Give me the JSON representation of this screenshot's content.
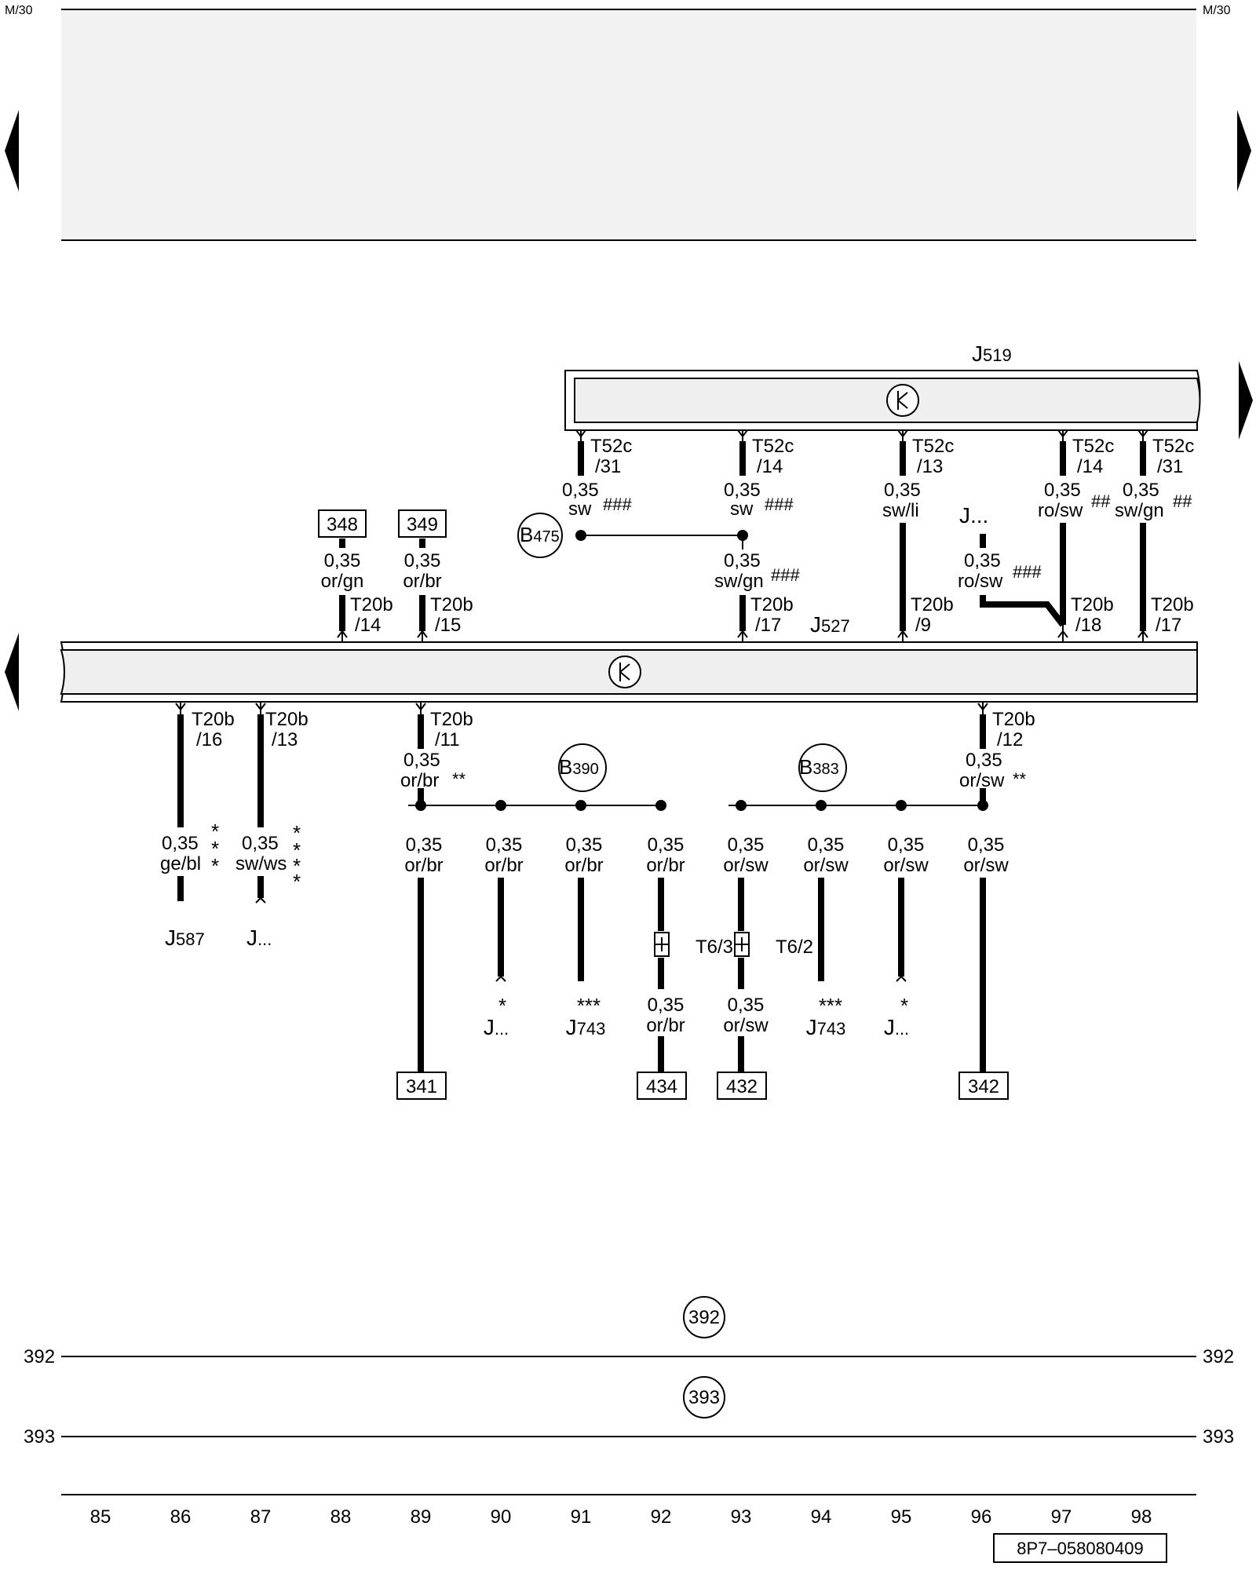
{
  "page": {
    "corner_left": "M/30",
    "corner_right": "M/30",
    "drawing_number": "8P7–058080409"
  },
  "units": {
    "J519": {
      "letter": "J",
      "number": "519"
    },
    "J527": {
      "letter": "J",
      "number": "527"
    }
  },
  "top_pins": [
    {
      "id": "t31",
      "connector": "T52c",
      "pin": "/31",
      "size": "0,35",
      "color": "sw",
      "mark": "###"
    },
    {
      "id": "t14a",
      "connector": "T52c",
      "pin": "/14",
      "size": "0,35",
      "color": "sw",
      "mark": "###"
    },
    {
      "id": "t13",
      "connector": "T52c",
      "pin": "/13",
      "size": "0,35",
      "color": "sw/li",
      "mark": ""
    },
    {
      "id": "t14b",
      "connector": "T52c",
      "pin": "/14",
      "size": "0,35",
      "color": "ro/sw",
      "mark": "##"
    },
    {
      "id": "t31b",
      "connector": "T52c",
      "pin": "/31",
      "size": "0,35",
      "color": "sw/gn",
      "mark": "##"
    }
  ],
  "mid_pins": [
    {
      "id": "m14",
      "connector": "T20b",
      "pin": "/14"
    },
    {
      "id": "m15",
      "connector": "T20b",
      "pin": "/15"
    },
    {
      "id": "m17",
      "connector": "T20b",
      "pin": "/17"
    },
    {
      "id": "m9",
      "connector": "T20b",
      "pin": "/9"
    },
    {
      "id": "m18",
      "connector": "T20b",
      "pin": "/18"
    },
    {
      "id": "m17b",
      "connector": "T20b",
      "pin": "/17"
    }
  ],
  "mid_wires": [
    {
      "id": "w348",
      "ref": "348",
      "size": "0,35",
      "color": "or/gn"
    },
    {
      "id": "w349",
      "ref": "349",
      "size": "0,35",
      "color": "or/br"
    },
    {
      "id": "w17",
      "size": "0,35",
      "color": "sw/gn",
      "mark": "###"
    },
    {
      "id": "w18",
      "size": "0,35",
      "color": "ro/sw",
      "mark": "###",
      "source": "J..."
    }
  ],
  "splices": {
    "B475": {
      "letter": "B",
      "number": "475"
    },
    "B390": {
      "letter": "B",
      "number": "390"
    },
    "B383": {
      "letter": "B",
      "number": "383"
    }
  },
  "bottom_pins": [
    {
      "id": "b16",
      "connector": "T20b",
      "pin": "/16"
    },
    {
      "id": "b13",
      "connector": "T20b",
      "pin": "/13"
    },
    {
      "id": "b11",
      "connector": "T20b",
      "pin": "/11",
      "size": "0,35",
      "color": "or/br",
      "mark": "**"
    },
    {
      "id": "b12",
      "connector": "T20b",
      "pin": "/12",
      "size": "0,35",
      "color": "or/sw",
      "mark": "**"
    }
  ],
  "left_wires": [
    {
      "id": "lw86",
      "size": "0,35",
      "color": "ge/bl",
      "mark": "***",
      "target_letter": "J",
      "target_number": "587"
    },
    {
      "id": "lw87",
      "size": "0,35",
      "color": "sw/ws",
      "mark": "****",
      "target_letter": "J",
      "target_number": "..."
    }
  ],
  "drops": [
    {
      "col": "89",
      "size": "0,35",
      "color": "or/br",
      "ref": "341"
    },
    {
      "col": "90",
      "size": "0,35",
      "color": "or/br",
      "star": "*",
      "target_letter": "J",
      "target_number": "..."
    },
    {
      "col": "91",
      "size": "0,35",
      "color": "or/br",
      "star": "***",
      "target_letter": "J",
      "target_number": "743"
    },
    {
      "col": "92",
      "size": "0,35",
      "color": "or/br",
      "connector": "T6/3",
      "size2": "0,35",
      "color2": "or/br",
      "ref": "434"
    },
    {
      "col": "93",
      "size": "0,35",
      "color": "or/sw",
      "connector": "T6/2",
      "size2": "0,35",
      "color2": "or/sw",
      "ref": "432"
    },
    {
      "col": "94",
      "size": "0,35",
      "color": "or/sw",
      "star": "***",
      "target_letter": "J",
      "target_number": "743"
    },
    {
      "col": "95",
      "size": "0,35",
      "color": "or/sw",
      "star": "*",
      "target_letter": "J",
      "target_number": "..."
    },
    {
      "col": "96",
      "size": "0,35",
      "color": "or/sw",
      "ref": "342"
    }
  ],
  "ground_lines": [
    {
      "id": "g392",
      "label": "392",
      "marker": "392"
    },
    {
      "id": "g393",
      "label": "393",
      "marker": "393"
    }
  ],
  "columns": [
    "85",
    "86",
    "87",
    "88",
    "89",
    "90",
    "91",
    "92",
    "93",
    "94",
    "95",
    "96",
    "97",
    "98"
  ]
}
